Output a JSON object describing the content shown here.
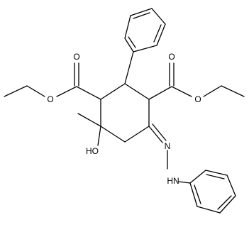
{
  "molecule": {
    "atom_labels": {
      "ester_left_carbonyl_o": "O",
      "ester_left_ether_o": "O",
      "ester_right_carbonyl_o": "O",
      "ester_right_ether_o": "O",
      "hydroxyl": "HO",
      "imine_n": "N",
      "hydrazine_nh": "HN"
    }
  }
}
